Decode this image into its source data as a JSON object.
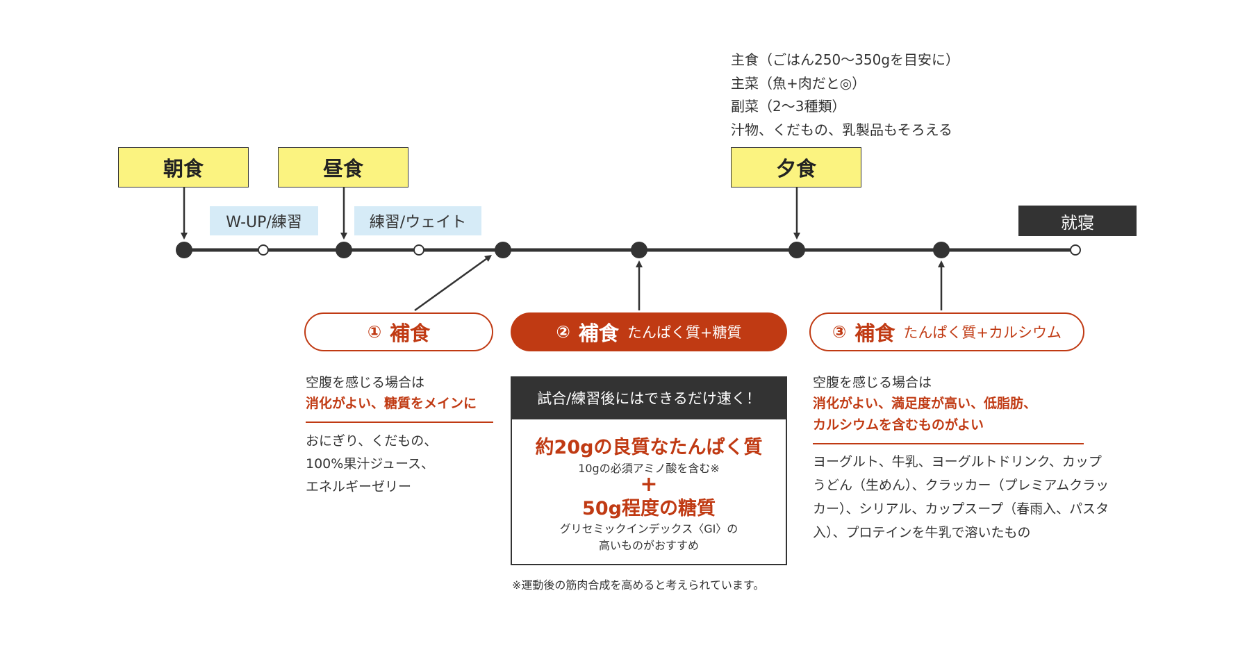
{
  "colors": {
    "meal_bg": "#fbf380",
    "activity_bg": "#d6ebf7",
    "accent": "#c03a13",
    "dark": "#333333"
  },
  "meals": {
    "breakfast": "朝食",
    "lunch": "昼食",
    "dinner": "夕食"
  },
  "activities": {
    "wup": "W-UP/練習",
    "practice_weight": "練習/ウェイト"
  },
  "sleep": "就寝",
  "dinner_items": [
    "主食（ごはん250〜350gを目安に）",
    "主菜（魚+肉だと◎）",
    "副菜（2〜3種類）",
    "汁物、くだもの、乳製品もそろえる"
  ],
  "snack1": {
    "num": "①",
    "title": "補食",
    "condition": "空腹を感じる場合は",
    "advice": "消化がよい、糖質をメインに",
    "foods": [
      "おにぎり、くだもの、",
      "100%果汁ジュース、",
      "エネルギーゼリー"
    ]
  },
  "snack2": {
    "num": "②",
    "title": "補食",
    "subtitle": "たんぱく質+糖質",
    "header": "試合/練習後にはできるだけ速く！",
    "protein": "約20gの良質なたんぱく質",
    "protein_note": "10gの必須アミノ酸を含む※",
    "plus": "+",
    "carb": "50g程度の糖質",
    "carb_note_1": "グリセミックインデックス〈GI〉の",
    "carb_note_2": "高いものがおすすめ",
    "footnote": "※運動後の筋肉合成を高めると考えられています。"
  },
  "snack3": {
    "num": "③",
    "title": "補食",
    "subtitle": "たんぱく質+カルシウム",
    "condition": "空腹を感じる場合は",
    "advice_1": "消化がよい、満足度が高い、低脂肪、",
    "advice_2": "カルシウムを含むものがよい",
    "foods": [
      "ヨーグルト、牛乳、ヨーグルトドリンク、カップ",
      "うどん（生めん）、クラッカー（プレミアムクラッ",
      "カー）、シリアル、カップスープ（春雨入、パスタ",
      "入）、プロテインを牛乳で溶いたもの"
    ]
  }
}
